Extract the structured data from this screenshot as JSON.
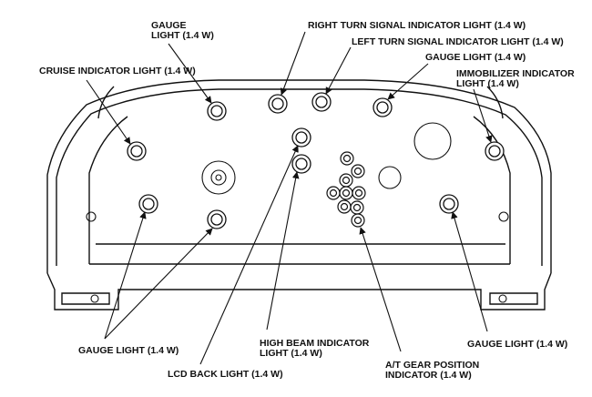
{
  "labels": {
    "gauge_light_top": [
      "GAUGE",
      "LIGHT (1.4 W)"
    ],
    "right_turn": "RIGHT TURN SIGNAL INDICATOR LIGHT (1.4 W)",
    "left_turn": "LEFT TURN SIGNAL INDICATOR LIGHT (1.4 W)",
    "gauge_light_right": "GAUGE LIGHT (1.4 W)",
    "immobilizer": [
      "IMMOBILIZER INDICATOR",
      "LIGHT (1.4 W)"
    ],
    "cruise": "CRUISE INDICATOR LIGHT (1.4 W)",
    "gauge_light_bottom_left": "GAUGE LIGHT (1.4 W)",
    "lcd_back_light": "LCD BACK LIGHT (1.4 W)",
    "high_beam": [
      "HIGH BEAM INDICATOR",
      "LIGHT (1.4 W)"
    ],
    "at_gear": [
      "A/T GEAR POSITION",
      "INDICATOR (1.4 W)"
    ],
    "gauge_light_bottom_right": "GAUGE LIGHT (1.4 W)"
  }
}
